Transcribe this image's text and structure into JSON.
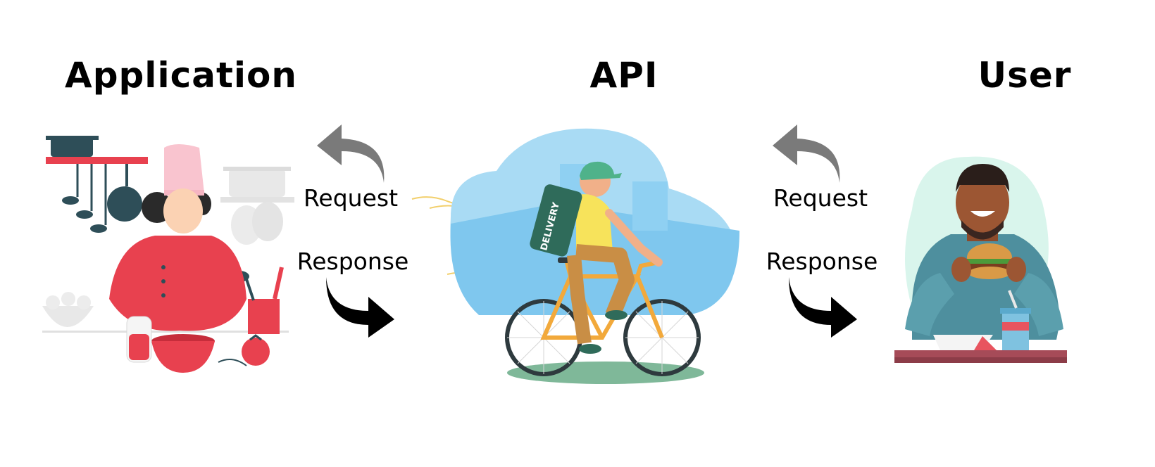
{
  "columns": {
    "application": "Application",
    "api": "API",
    "user": "User"
  },
  "left_arrows": {
    "request": "Request",
    "response": "Response"
  },
  "right_arrows": {
    "request": "Request",
    "response": "Response"
  },
  "bag_text": "DELIVERY",
  "colors": {
    "request_arrow": "#7a7a7a",
    "response_arrow": "#000000",
    "chef_red": "#e8414f",
    "sky_blue": "#87ccf0",
    "user_shirt": "#4e8f9e"
  }
}
